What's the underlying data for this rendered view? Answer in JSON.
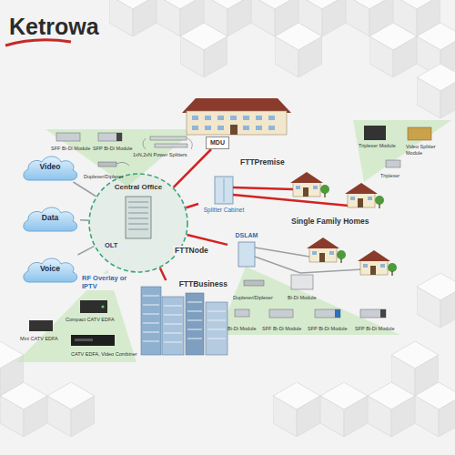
{
  "diagram": {
    "nodes": [
      {
        "text": [
          "Video"
        ]
      },
      {
        "text": [
          "Data"
        ]
      },
      {
        "text": [
          "Voice"
        ]
      },
      {
        "text": [
          "Central Office",
          "OLT"
        ]
      },
      {
        "text": [
          "MDU"
        ]
      },
      {
        "text": [
          "Splitter Cabinet"
        ]
      },
      {
        "text": [
          "DSLAM"
        ]
      },
      {
        "text": [
          "FTTBusiness"
        ]
      }
    ],
    "edges": [
      {
        "from": 0,
        "to": 3,
        "arrow": "none"
      },
      {
        "from": 1,
        "to": 3,
        "arrow": "none"
      },
      {
        "from": 2,
        "to": 3,
        "arrow": "none"
      },
      {
        "from": 3,
        "to": 4,
        "arrow": "none"
      },
      {
        "from": 3,
        "to": 5,
        "arrow": "none"
      },
      {
        "from": 3,
        "to": 6,
        "arrow": "none"
      },
      {
        "from": 3,
        "to": 7,
        "arrow": "none"
      }
    ],
    "labels": [
      "Ketrowa",
      "SFF Bi-Di Module",
      "SFP Bi-Di Module",
      "1xN,2xN Power Splitters",
      "Duplexer/Diplexer",
      "FTTPremise",
      "Triplexer Module",
      "Video Splitter Module",
      "Triplexer",
      "Single Family Homes",
      "RF Overlay or IPTV",
      "FTTNode",
      "Duplexer/Diplexer",
      "Bi-Di Module",
      "Bi-Di Module",
      "SFF Bi-Di Module",
      "SFP Bi-Di Module",
      "SFP Bi-Di Module",
      "Compact CATV EDFA",
      "Mini CATV EDFA",
      "CATV EDFA, Video Combiner"
    ]
  }
}
